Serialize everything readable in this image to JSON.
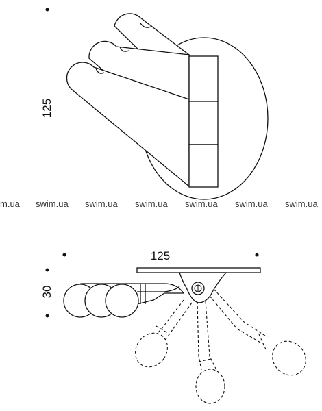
{
  "top_view": {
    "height_dimension": "125"
  },
  "bottom_view": {
    "width_dimension": "125",
    "depth_dimension": "30"
  },
  "watermark": {
    "items": [
      "m.ua",
      "swim.ua",
      "swim.ua",
      "swim.ua",
      "swim.ua",
      "swim.ua",
      "swim.ua"
    ]
  }
}
